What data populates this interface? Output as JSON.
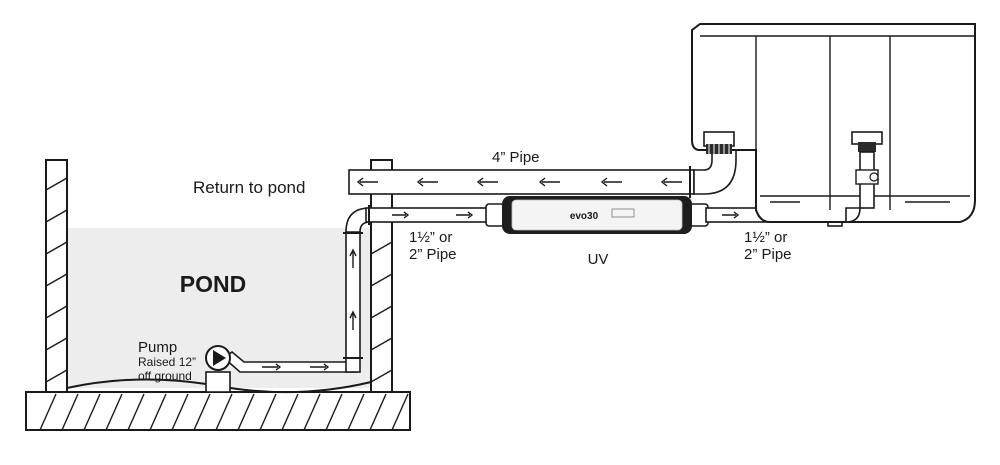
{
  "labels": {
    "return_to_pond": "Return to pond",
    "four_inch_pipe": "4” Pipe",
    "pipe_size_left_line1": "1½” or",
    "pipe_size_left_line2": "2” Pipe",
    "pipe_size_right_line1": "1½” or",
    "pipe_size_right_line2": "2” Pipe",
    "uv": "UV",
    "pond": "POND",
    "pump": "Pump",
    "pump_note_line1": "Raised 12”",
    "pump_note_line2": "off ground",
    "uv_unit_brand": "evo30"
  },
  "icons": {
    "flow_arrow": "arrow-icon",
    "pump_symbol": "pump-icon"
  },
  "colors": {
    "pond_water": "#ededed",
    "line": "#1a1a1a",
    "uv_body": "#1e1e1e"
  }
}
